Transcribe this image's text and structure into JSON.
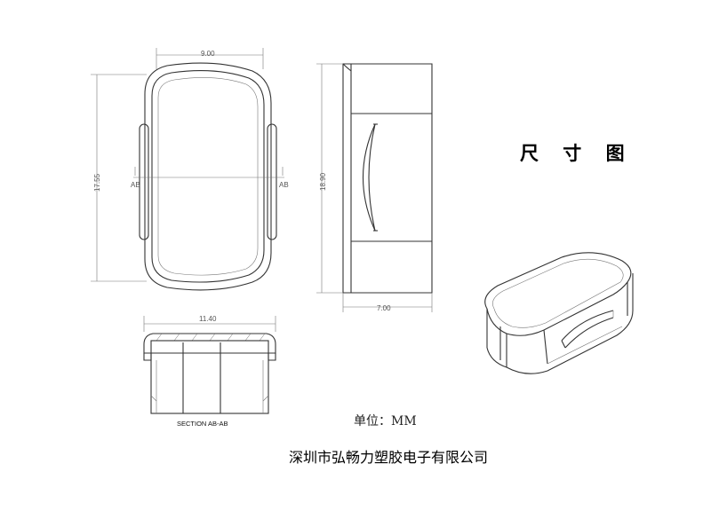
{
  "drawing": {
    "title": "尺 寸 图",
    "unit_label": "单位：MM",
    "company": "深圳市弘畅力塑胶电子有限公司",
    "section_label": "SECTION AB-AB"
  },
  "dimensions": {
    "top_width": "9.00",
    "front_height": "17.55",
    "side_height": "18.90",
    "side_depth": "7.00",
    "section_width": "11.40",
    "section_marker": "AB"
  }
}
